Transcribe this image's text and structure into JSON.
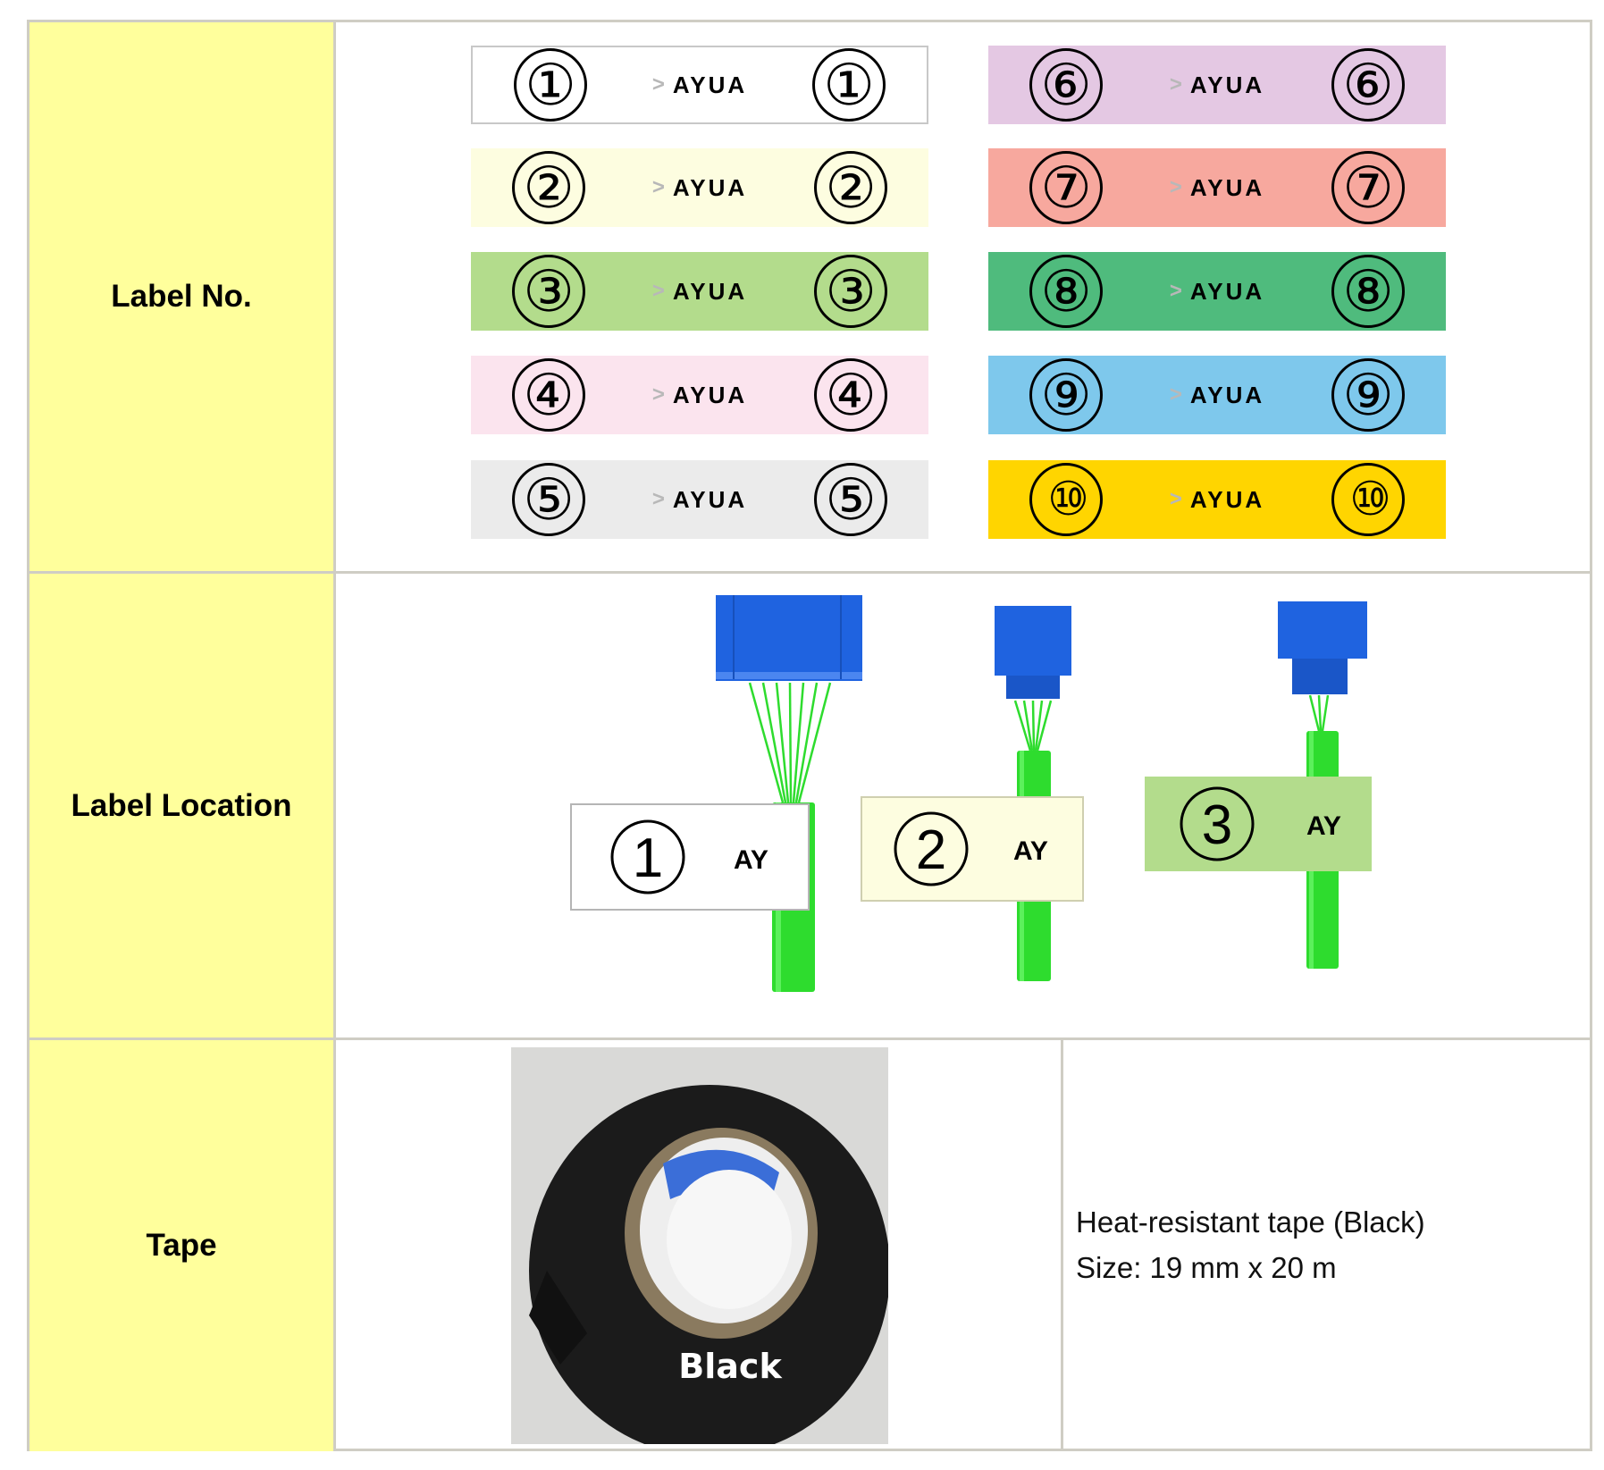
{
  "rows": {
    "label_no": "Label No.",
    "label_location": "Label Location",
    "tape": "Tape"
  },
  "labels": [
    {
      "num": "①",
      "logo": "AYUA",
      "color": "#ffffff"
    },
    {
      "num": "②",
      "logo": "AYUA",
      "color": "#fdfde0"
    },
    {
      "num": "③",
      "logo": "AYUA",
      "color": "#b3dc8c"
    },
    {
      "num": "④",
      "logo": "AYUA",
      "color": "#fbe4ee"
    },
    {
      "num": "⑤",
      "logo": "AYUA",
      "color": "#ebebeb"
    },
    {
      "num": "⑥",
      "logo": "AYUA",
      "color": "#e4c8e3"
    },
    {
      "num": "⑦",
      "logo": "AYUA",
      "color": "#f7a89e"
    },
    {
      "num": "⑧",
      "logo": "AYUA",
      "color": "#4fbb7d"
    },
    {
      "num": "⑨",
      "logo": "AYUA",
      "color": "#7ec8ec"
    },
    {
      "num": "⑩",
      "logo": "AYUA",
      "color": "#ffd500"
    }
  ],
  "location_tags": [
    {
      "num": "①",
      "logo": "AY"
    },
    {
      "num": "②",
      "logo": "AY"
    },
    {
      "num": "③",
      "logo": "AY"
    }
  ],
  "tape_photo_label": "Black",
  "tape_desc": {
    "line1": "Heat-resistant tape (Black)",
    "line2": "Size:  19 mm x 20 m"
  },
  "colors": {
    "header_bg": "#ffff9c",
    "border": "#cfcdc4",
    "connector_blue": "#1f63e0",
    "wire_green": "#2edc2e"
  }
}
